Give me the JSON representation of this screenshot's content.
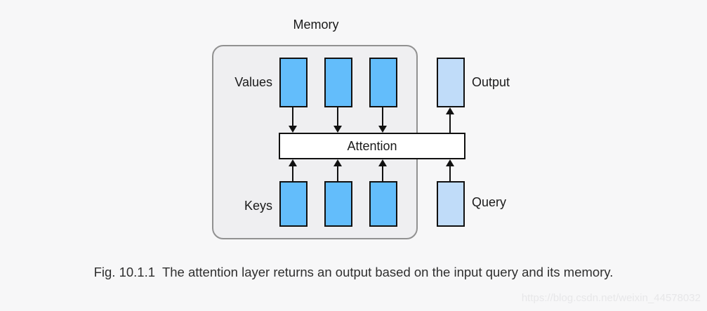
{
  "diagram": {
    "memory_label": "Memory",
    "values_label": "Values",
    "keys_label": "Keys",
    "attention_label": "Attention",
    "output_label": "Output",
    "query_label": "Query",
    "values_count": 3,
    "keys_count": 3,
    "colors": {
      "background": "#f7f7f8",
      "memory_fill": "#efeff1",
      "memory_border": "#919191",
      "kv_fill": "#63bdfb",
      "qo_fill": "#c0dcf9",
      "box_border": "#111111",
      "arrow_color": "#111111",
      "caption_color": "#2f2f2f",
      "watermark_color": "#e7e7e9"
    }
  },
  "caption": "Fig. 10.1.1  The attention layer returns an output based on the input query and its memory.",
  "watermark": "https://blog.csdn.net/weixin_44578032"
}
